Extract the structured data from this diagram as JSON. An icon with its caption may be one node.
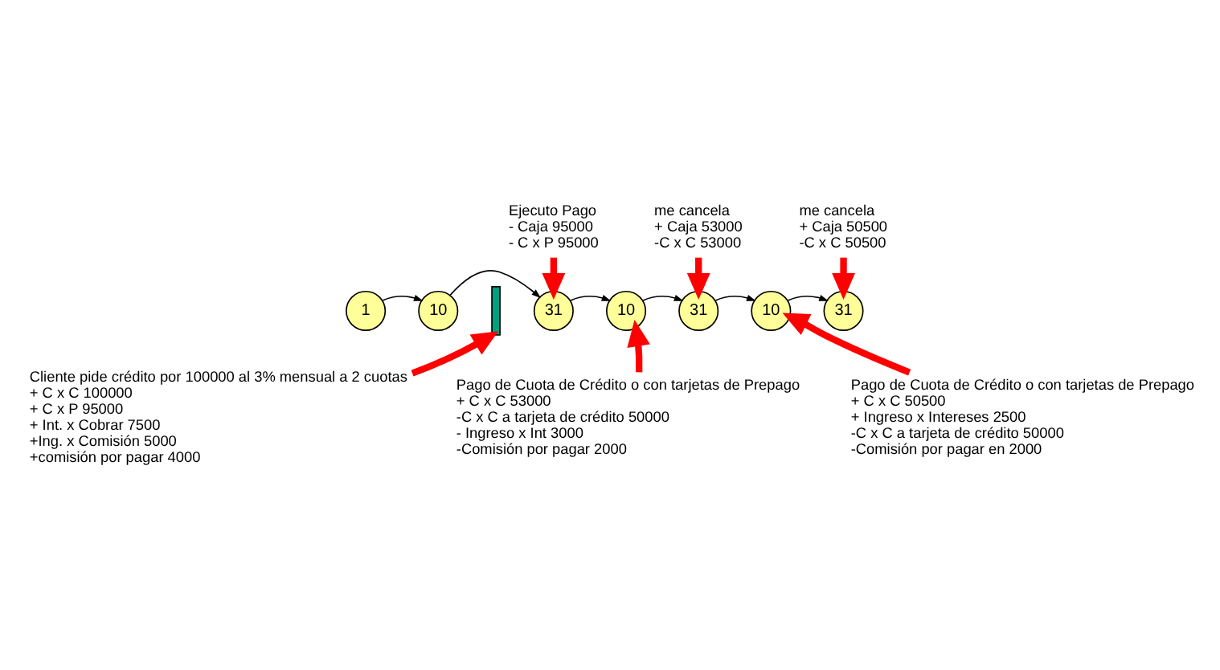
{
  "diagram": {
    "nodes": [
      {
        "text": [
          "1"
        ]
      },
      {
        "text": [
          "10"
        ]
      },
      {
        "text": [],
        "shape": "bar"
      },
      {
        "text": [
          "31"
        ]
      },
      {
        "text": [
          "10"
        ]
      },
      {
        "text": [
          "31"
        ]
      },
      {
        "text": [
          "10"
        ]
      },
      {
        "text": [
          "31"
        ]
      },
      {
        "text": [
          "Cliente pide crédito por 100000 al 3% mensual a 2 cuotas",
          "+ C x C 100000",
          "+ C x P 95000",
          "+ Int. x Cobrar 7500",
          "+Ing. x Comisión 5000",
          "+comisión por pagar 4000"
        ]
      },
      {
        "text": [
          "Ejecuto Pago",
          "- Caja 95000",
          "- C x P 95000"
        ]
      },
      {
        "text": [
          "Pago de Cuota de Crédito o con tarjetas de Prepago",
          "+ C x C 53000",
          "-C x C a tarjeta de crédito 50000",
          "- Ingreso x Int 3000",
          "-Comisión por pagar 2000"
        ]
      },
      {
        "text": [
          "me cancela",
          "+ Caja 53000",
          "-C x C 53000"
        ]
      },
      {
        "text": [
          "Pago de Cuota de Crédito o con tarjetas de Prepago",
          "+ C x C 50500",
          "+ Ingreso x Intereses 2500",
          "-C x C a tarjeta de crédito 50000",
          "-Comisión por pagar en 2000"
        ]
      },
      {
        "text": [
          "me cancela",
          "+ Caja 50500",
          "-C x C 50500"
        ]
      }
    ],
    "edges": [
      {
        "from": 0,
        "to": 1,
        "arrow": "to"
      },
      {
        "from": 1,
        "to": 3,
        "arrow": "to"
      },
      {
        "from": 3,
        "to": 4,
        "arrow": "to"
      },
      {
        "from": 4,
        "to": 5,
        "arrow": "to"
      },
      {
        "from": 5,
        "to": 6,
        "arrow": "to"
      },
      {
        "from": 6,
        "to": 7,
        "arrow": "to"
      },
      {
        "from": 8,
        "to": 2,
        "arrow": "to",
        "style": "thick",
        "color": "#ff0000"
      },
      {
        "from": 9,
        "to": 3,
        "arrow": "to",
        "style": "thick",
        "color": "#ff0000"
      },
      {
        "from": 10,
        "to": 4,
        "arrow": "to",
        "style": "thick",
        "color": "#ff0000"
      },
      {
        "from": 11,
        "to": 5,
        "arrow": "to",
        "style": "thick",
        "color": "#ff0000"
      },
      {
        "from": 12,
        "to": 6,
        "arrow": "to",
        "style": "thick",
        "color": "#ff0000"
      },
      {
        "from": 13,
        "to": 7,
        "arrow": "to",
        "style": "thick",
        "color": "#ff0000"
      }
    ]
  }
}
